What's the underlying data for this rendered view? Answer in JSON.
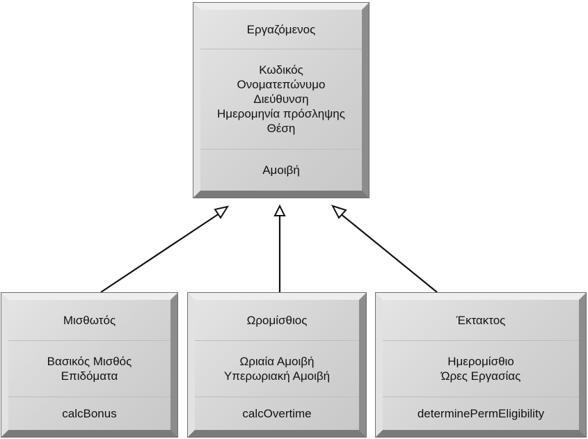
{
  "classes": {
    "employee": {
      "name": "Εργαζόμενος",
      "attributes": [
        "Κωδικός",
        "Ονοματεπώνυμο",
        "Διεύθυνση",
        "Ημερομηνία πρόσληψης",
        "Θέση"
      ],
      "methods": [
        "Αμοιβή"
      ]
    },
    "salaried": {
      "name": "Μισθωτός",
      "attributes": [
        "Βασικός Μισθός",
        "Επιδόματα"
      ],
      "methods": [
        "calcBonus"
      ]
    },
    "hourly": {
      "name": "Ωρομίσθιος",
      "attributes": [
        "Ωριαία Αμοιβή",
        "Υπερωριακή Αμοιβή"
      ],
      "methods": [
        "calcOvertime"
      ]
    },
    "temporary": {
      "name": "Έκτακτος",
      "attributes": [
        "Ημερομίσθιο",
        "Ώρες Εργασίας"
      ],
      "methods": [
        "determinePermEligibility"
      ]
    }
  },
  "colors": {
    "line": "#111111",
    "arrowhead_fill": "#ffffff"
  }
}
